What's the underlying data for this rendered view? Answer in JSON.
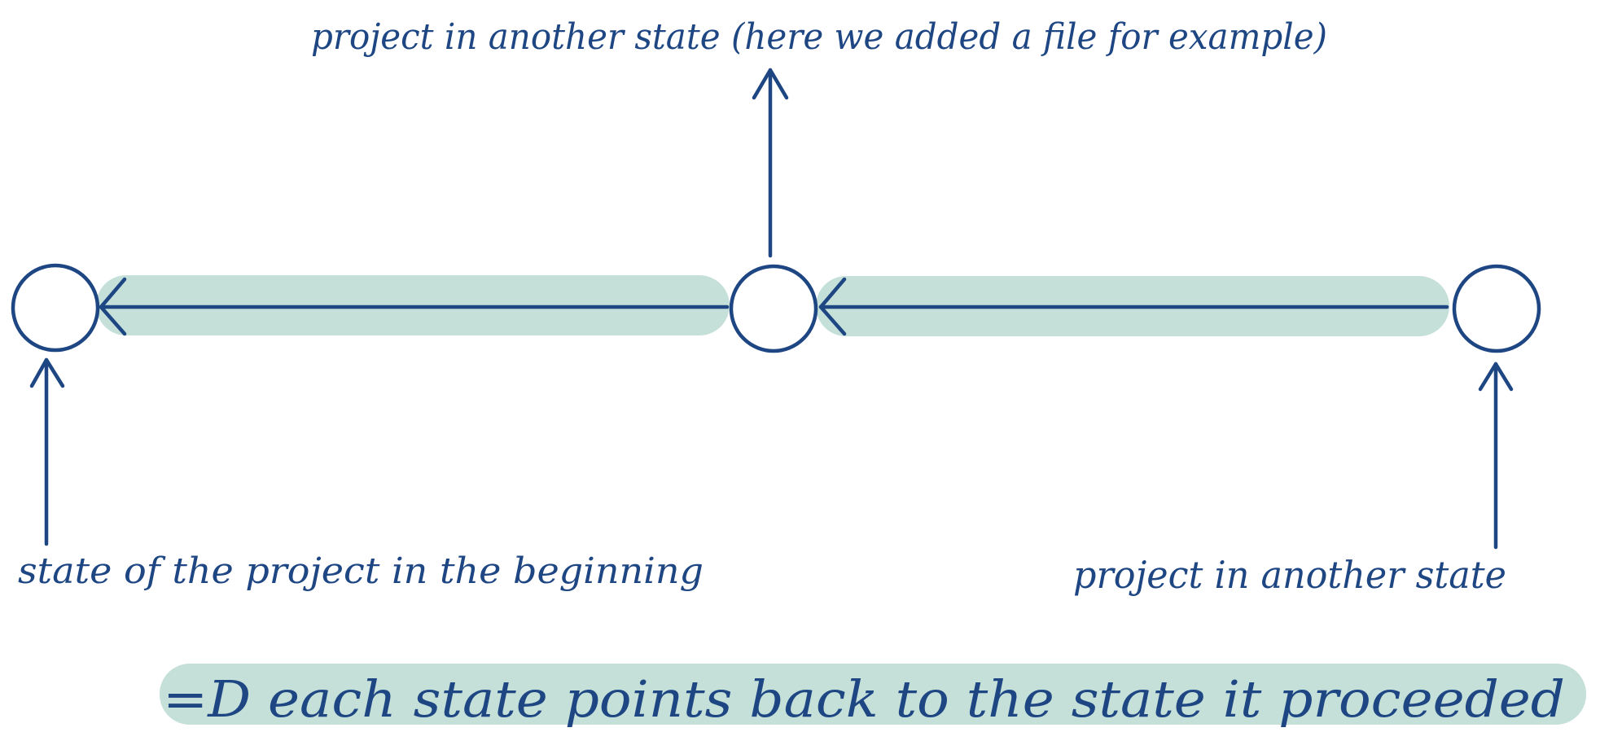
{
  "colors": {
    "ink": "#1d4683",
    "highlight": "#c5dfd9",
    "background": "#ffffff"
  },
  "labels": {
    "top": "project in another state (here we added a file for example)",
    "bottom_left": "state of the project in the beginning",
    "bottom_right": "project in another state",
    "conclusion": "=D each state points back to the state it proceeded"
  }
}
